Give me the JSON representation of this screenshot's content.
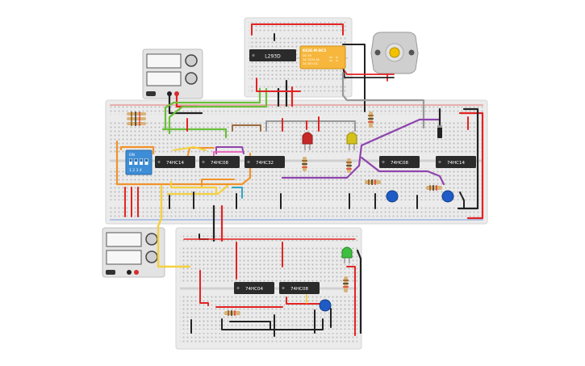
{
  "chips": {
    "l293d": "L293D",
    "main_hc14_a": "74HC14",
    "main_hc08_a": "74HC08",
    "main_hc32": "74HC32",
    "main_hc08_b": "74HC08",
    "main_hc14_b": "74HC14",
    "lower_hc04": "74HC04",
    "lower_hc08": "74HC08"
  },
  "relay": {
    "model": "KS2E-M-DC5",
    "rating_1": "DC 5V",
    "rating_2": "1A 125V AC",
    "rating_3": "2A 30V DC"
  },
  "dip_switch": {
    "on_label": "ON",
    "numbers": "1 2 3 4"
  },
  "colors": {
    "board": "#e9e9e9",
    "rail_red": "#e53935",
    "rail_blue": "#3b6fd4",
    "chip": "#2b2b2b",
    "wire_green": "#6bbf3a",
    "wire_orange": "#f0932b",
    "wire_purple": "#8e44ad",
    "wire_yellow": "#f4d03f",
    "wire_red": "#e32323",
    "wire_black": "#222222",
    "wire_gray": "#999999"
  }
}
